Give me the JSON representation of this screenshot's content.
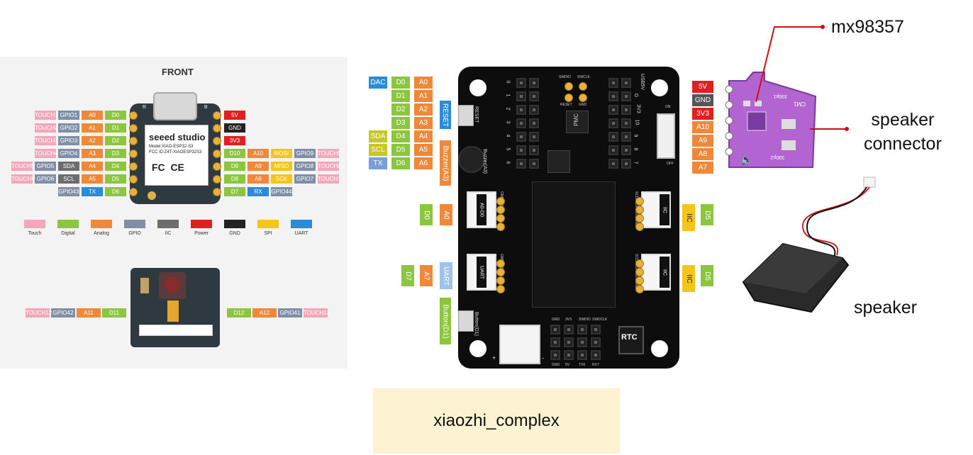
{
  "left_pinout": {
    "front_title": "FRONT",
    "brand": "seeed studio",
    "model_line1": "Model:XIAO-ESP32-S3",
    "model_line2": "FCC ID:Z4T-XIAOESP32S3",
    "cert_marks": "FC  CE",
    "board_labels": {
      "r": "R",
      "b": "B"
    },
    "left_rows": [
      [
        "TOUCH1",
        "GPIO1",
        "A0",
        "D0"
      ],
      [
        "TOUCH2",
        "GPIO2",
        "A1",
        "D1"
      ],
      [
        "TOUCH3",
        "GPIO3",
        "A2",
        "D2"
      ],
      [
        "TOUCH4",
        "GPIO4",
        "A3",
        "D3"
      ],
      [
        "TOUCH5",
        "GPIO5",
        "SDA",
        "A4",
        "D4"
      ],
      [
        "TOUCH6",
        "GPIO6",
        "SCL",
        "A5",
        "D5"
      ],
      [
        "GPIO43",
        "TX",
        "D6"
      ]
    ],
    "right_rows": [
      [
        "5V"
      ],
      [
        "GND"
      ],
      [
        "3V3"
      ],
      [
        "D10",
        "A10",
        "MOSI",
        "GPIO9",
        "TOUCH9"
      ],
      [
        "D9",
        "A9",
        "MISO",
        "GPIO8",
        "TOUCH8"
      ],
      [
        "D8",
        "A8",
        "SCK",
        "GPIO7",
        "TOUCH7"
      ],
      [
        "D7",
        "RX",
        "GPIO44"
      ]
    ],
    "legend": [
      "Touch",
      "Digital",
      "Analog",
      "GPIO",
      "IIC",
      "Power",
      "GND",
      "SPI",
      "UART"
    ],
    "legend_colors": [
      "#f4a7b9",
      "#8cc63f",
      "#f0883a",
      "#7f8fa6",
      "#6d6d6d",
      "#e02020",
      "#222222",
      "#f5c518",
      "#2a8bd8"
    ],
    "back_left": [
      "TOUCH12",
      "GPIO42",
      "A11",
      "D11"
    ],
    "back_right": [
      "D12",
      "A12",
      "GPIO41",
      "TOUCH13"
    ]
  },
  "main_board": {
    "left_labels": [
      [
        "DAC",
        "D0",
        "A0"
      ],
      [
        "D1",
        "A1"
      ],
      [
        "D2",
        "A2"
      ],
      [
        "D3",
        "A3"
      ],
      [
        "SDA",
        "D4",
        "A4"
      ],
      [
        "SCL",
        "D5",
        "A5"
      ],
      [
        "TX",
        "D6",
        "A6"
      ]
    ],
    "reset_tag": "RESET",
    "reset_silk": "RESET",
    "buzzer_tag": "Buzzer(A3)",
    "buzzer_silk": "Buzzer(A3)",
    "header_left_nums": [
      "0",
      "1",
      "2",
      "3",
      "4",
      "5",
      "6"
    ],
    "header_right_nums": [
      "USB5V",
      "G",
      "3V3",
      "10",
      "9",
      "8",
      "7"
    ],
    "swd_top": [
      "SWDIO",
      "SWCLK"
    ],
    "swd_bottom": [
      "RESET",
      "GND"
    ],
    "pmc": "PMC",
    "switch_on": "ON",
    "switch_off": "OFF",
    "right_labels": [
      "5V",
      "GND",
      "3V3",
      "A10",
      "A9",
      "A8",
      "A7"
    ],
    "grove_left": [
      {
        "outer": "D0",
        "inner": "A0",
        "plug": "A0-D0",
        "pins": "GND 3V3 N/A 0"
      },
      {
        "outer": "D7",
        "inner": "A7",
        "plug": "UART",
        "tag": "UART",
        "pins": "GND 3V3 TX6 RX7"
      }
    ],
    "grove_right": [
      {
        "outer": "D5",
        "plug": "IIC",
        "pins": "SCL5 SDA4 3V3 GND"
      },
      {
        "outer": "D5",
        "plug": "IIC",
        "pins": "SCL5 SDA4 3V3 GND"
      }
    ],
    "button_tag": "Button(D1)",
    "button_silk": "Button(D1)",
    "bottom_top": [
      "GND",
      "3V3",
      "SWDIO",
      "SWDCLK"
    ],
    "bottom_bottom": [
      "GND",
      "5V",
      "TX6",
      "RX7"
    ],
    "rtc": "RTC",
    "plus": "+",
    "minus": "-"
  },
  "amp_board": {
    "silk": "CM1",
    "silk2": "330p1",
    "silk3": "330p2"
  },
  "callouts": {
    "amp": "mx98357",
    "connector": "speaker\nconnector",
    "speaker": "speaker"
  },
  "caption": "xiaozhi_complex"
}
